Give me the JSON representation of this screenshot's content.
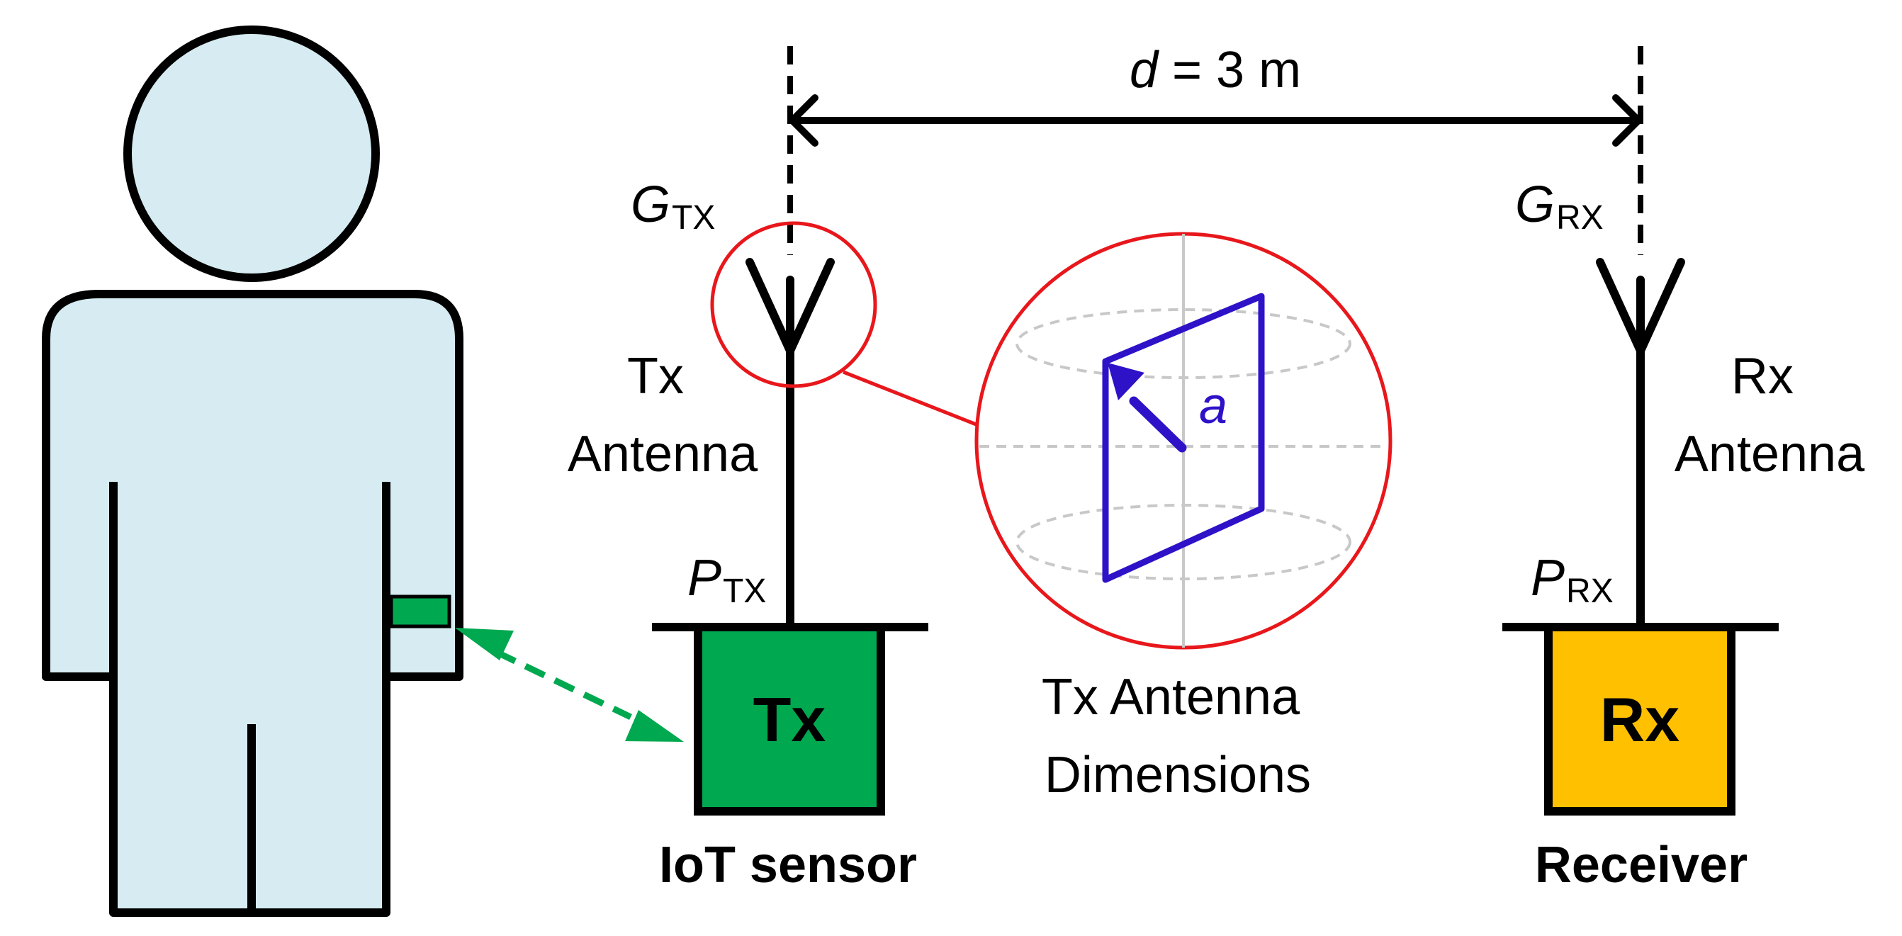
{
  "distance": {
    "var": "d",
    "text": " = 3 m"
  },
  "tx": {
    "gain_var": "G",
    "gain_sub": "TX",
    "power_var": "P",
    "power_sub": "TX",
    "antenna_line1": "Tx",
    "antenna_line2": "Antenna",
    "box_label": "Tx",
    "device_label": "IoT sensor"
  },
  "rx": {
    "gain_var": "G",
    "gain_sub": "RX",
    "power_var": "P",
    "power_sub": "RX",
    "antenna_line1": "Rx",
    "antenna_line2": "Antenna",
    "box_label": "Rx",
    "device_label": "Receiver"
  },
  "zoom": {
    "side_var": "a",
    "caption_line1": "Tx Antenna",
    "caption_line2": "Dimensions"
  },
  "colors": {
    "tx_box": "#00A84F",
    "rx_box": "#FFC000",
    "sensor_link": "#00A84F",
    "zoom_circle": "#E8171B",
    "antenna_plate": "#2E12C8",
    "body_fill": "#D6ECF2"
  }
}
